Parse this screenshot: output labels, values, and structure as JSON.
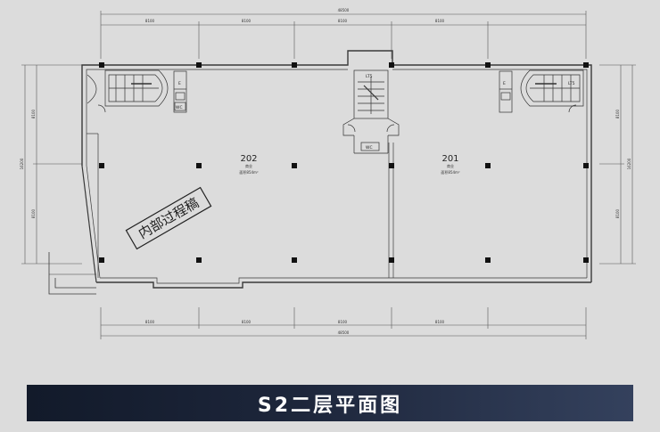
{
  "plan": {
    "dimensions": {
      "top_total": "48500",
      "top_segments": [
        "8100",
        "8100",
        "8100",
        "8100"
      ],
      "bottom_total": "48500",
      "bottom_segments": [
        "8100",
        "8100",
        "8100",
        "8100"
      ],
      "left_total": "16200",
      "left_segments": [
        "8100",
        "8100"
      ],
      "right_total": "16200",
      "right_segments": [
        "8100",
        "8100"
      ]
    },
    "rooms": [
      {
        "number": "202",
        "use": "商业",
        "area": "面积854m²"
      },
      {
        "number": "201",
        "use": "商业",
        "area": "面积854m²"
      }
    ],
    "stair_labels": {
      "left_e": "E",
      "left_wc": "WC",
      "center_lt": "LT5",
      "center_wc": "WC",
      "right_e": "E",
      "right_lt": "LT5"
    },
    "stamp": "内部过程稿"
  },
  "banner": {
    "title": "S2二层平面图"
  },
  "colors": {
    "background": "#dcdcdc",
    "banner_start": "#121a2a",
    "banner_end": "#34415d",
    "line": "#3a3a3a"
  }
}
